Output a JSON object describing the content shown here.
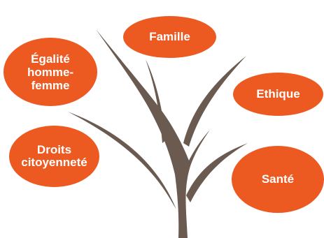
{
  "colors": {
    "bubble": "#ec5a22",
    "tree": "#6b5a50",
    "text": "#ffffff"
  },
  "bubbles": {
    "famille": "Famille",
    "egalite": "Égalité\nhomme-\nfemme",
    "ethique": "Ethique",
    "droits": "Droits\ncitoyenneté",
    "sante": "Santé"
  }
}
